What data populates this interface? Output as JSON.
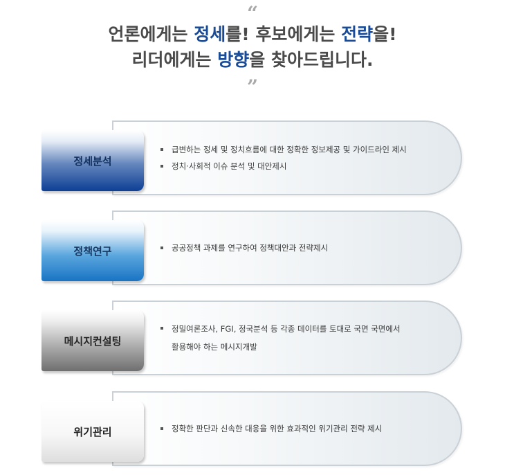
{
  "headline": {
    "open_quote": "“",
    "close_quote": "”",
    "line1": [
      {
        "text": "언론에게는 ",
        "highlight": false
      },
      {
        "text": "정세",
        "highlight": true
      },
      {
        "text": "를! 후보에게는 ",
        "highlight": false
      },
      {
        "text": "전략",
        "highlight": true
      },
      {
        "text": "을!",
        "highlight": false
      }
    ],
    "line2": [
      {
        "text": "리더에게는 ",
        "highlight": false
      },
      {
        "text": "방향",
        "highlight": true
      },
      {
        "text": "을 찾아드립니다.",
        "highlight": false
      }
    ]
  },
  "colors": {
    "highlight": "#1a4b97",
    "navy_tab": "#0d3f96",
    "blue_tab": "#1974c4",
    "gray_tab": "#6f6f6f",
    "white_tab": "#dedede"
  },
  "services": [
    {
      "label": "정세분석",
      "style": "navy",
      "bullets": [
        "급변하는 정세 및 정치흐름에 대한 정확한 정보제공 및 가이드라인 제시",
        "정치·사회적 이슈 분석 및 대안제시"
      ]
    },
    {
      "label": "정책연구",
      "style": "blue",
      "bullets": [
        "공공정책 과제를 연구하여 정책대안과 전략제시"
      ]
    },
    {
      "label": "메시지컨설팅",
      "style": "gray",
      "bullets": [
        "정밀여론조사, FGI, 정국분석 등 각종 데이터를 토대로 국면 국면에서 활용해야 하는 메시지개발"
      ]
    },
    {
      "label": "위기관리",
      "style": "white",
      "bullets": [
        "정확한 판단과 신속한 대응을 위한 효과적인 위기관리 전략 제시"
      ]
    }
  ]
}
